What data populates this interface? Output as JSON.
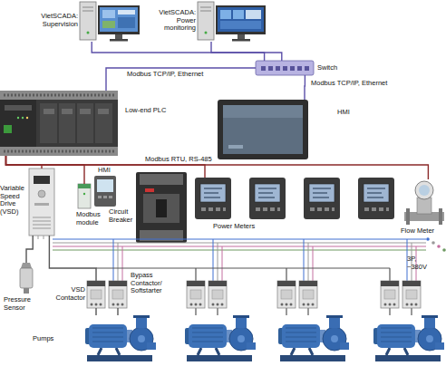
{
  "diagram": {
    "nodes": [
      {
        "text": [
          "VietSCADA: Supervision"
        ]
      },
      {
        "text": [
          "VietSCADA: Power monitoring"
        ]
      },
      {
        "text": [
          "Switch"
        ]
      },
      {
        "text": [
          "Low-end PLC"
        ]
      },
      {
        "text": [
          "HMI"
        ]
      },
      {
        "text": [
          "Variable Speed Drive (VSD)"
        ]
      },
      {
        "text": [
          "Modbus module"
        ]
      },
      {
        "text": [
          "HMI"
        ]
      },
      {
        "text": [
          "Circuit Breaker"
        ]
      },
      {
        "text": [
          "Power Meters"
        ]
      },
      {
        "text": [
          "Flow Meter"
        ]
      },
      {
        "text": [
          "Pressure Sensor"
        ]
      },
      {
        "text": [
          "VSD Contactor"
        ]
      },
      {
        "text": [
          "Bypass Contactor/ Softstarter"
        ]
      },
      {
        "text": [
          "Pumps"
        ]
      }
    ],
    "edges": [
      {
        "from": 0,
        "to": 2,
        "arrow": "none"
      },
      {
        "from": 1,
        "to": 2,
        "arrow": "none"
      },
      {
        "from": 2,
        "to": 3,
        "label": "Modbus TCP/IP, Ethernet",
        "arrow": "none"
      },
      {
        "from": 2,
        "to": 4,
        "label": "Modbus TCP/IP, Ethernet",
        "arrow": "none"
      },
      {
        "from": 3,
        "to": 5,
        "arrow": "none"
      },
      {
        "from": 3,
        "to": 6,
        "arrow": "none"
      },
      {
        "from": 3,
        "to": 9,
        "label": "Modbus RTU, RS-485",
        "arrow": "none"
      },
      {
        "from": 3,
        "to": 10,
        "arrow": "none"
      },
      {
        "from": 11,
        "to": 5,
        "arrow": "none"
      },
      {
        "from": 5,
        "to": 12,
        "arrow": "none"
      },
      {
        "from": 12,
        "to": 14,
        "arrow": "none"
      },
      {
        "from": 13,
        "to": 14,
        "arrow": "none"
      }
    ],
    "labels": [
      "3P, ~380V"
    ]
  }
}
